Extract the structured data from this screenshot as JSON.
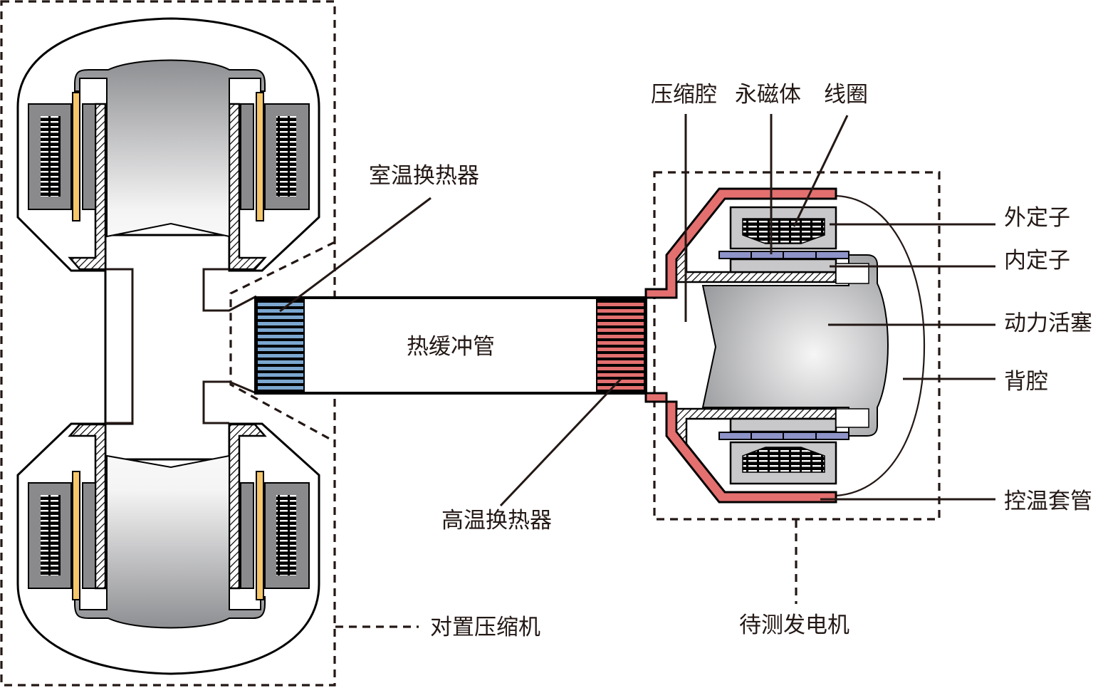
{
  "figure": {
    "type": "schematic",
    "description": "Opposed compressor driving thermal buffer tube and generator under test"
  },
  "labels": {
    "room_temp_hx": "室温换热器",
    "buffer_tube": "热缓冲管",
    "hot_hx": "高温换热器",
    "opposed_compressor": "对置压缩机",
    "generator_under_test": "待测发电机",
    "compression_space": "压缩腔",
    "permanent_magnet": "永磁体",
    "coil": "线圈",
    "outer_stator": "外定子",
    "inner_stator": "内定子",
    "power_piston": "动力活塞",
    "back_space": "背腔",
    "temp_control_jacket": "控温套管"
  },
  "colors": {
    "room_temp_hx": "#7ba7d0",
    "hot_hx": "#e36f6f",
    "jacket": "#e36f6f",
    "magnet_compressor": "#f5c76a",
    "magnet_generator": "#8e93c8",
    "stator_dark": "#8a8a8c",
    "stator_light": "#c8c8ca",
    "line": "#231815"
  }
}
